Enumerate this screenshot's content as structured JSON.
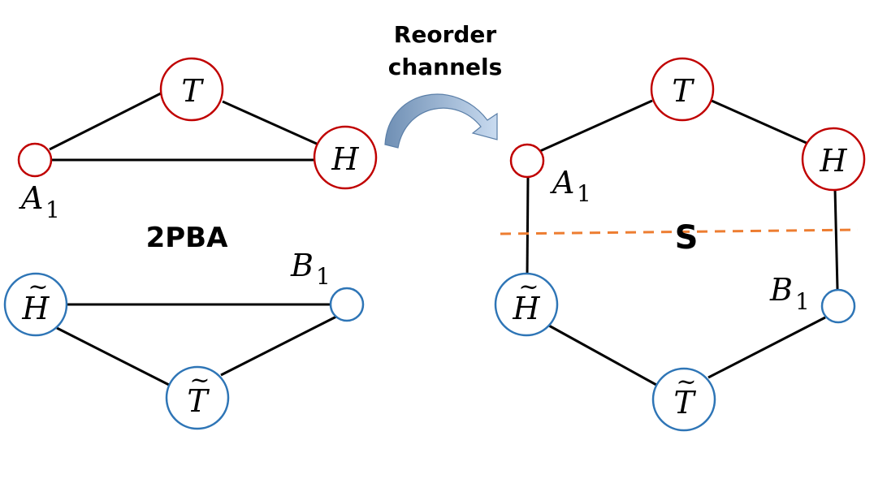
{
  "left": {
    "label": "2PBA",
    "nodes": {
      "T": {
        "letter": "T",
        "accent": ""
      },
      "H": {
        "letter": "H",
        "accent": ""
      },
      "A1": {
        "letter": "A",
        "subscript": "1"
      },
      "Ht": {
        "letter": "H",
        "accent": "~"
      },
      "Tt": {
        "letter": "T",
        "accent": "~"
      },
      "B1": {
        "letter": "B",
        "subscript": "1"
      }
    }
  },
  "arrow": {
    "label_line1": "Reorder",
    "label_line2": "channels"
  },
  "right": {
    "label": "S",
    "nodes": {
      "T": {
        "letter": "T",
        "accent": ""
      },
      "H": {
        "letter": "H",
        "accent": ""
      },
      "A1": {
        "letter": "A",
        "subscript": "1"
      },
      "Ht": {
        "letter": "H",
        "accent": "~"
      },
      "Tt": {
        "letter": "T",
        "accent": "~"
      },
      "B1": {
        "letter": "B",
        "subscript": "1"
      }
    }
  },
  "colors": {
    "red_node": "#c00000",
    "blue_node": "#2e75b6",
    "cut_line": "#ed7d31",
    "arrow": "#8faadc"
  }
}
